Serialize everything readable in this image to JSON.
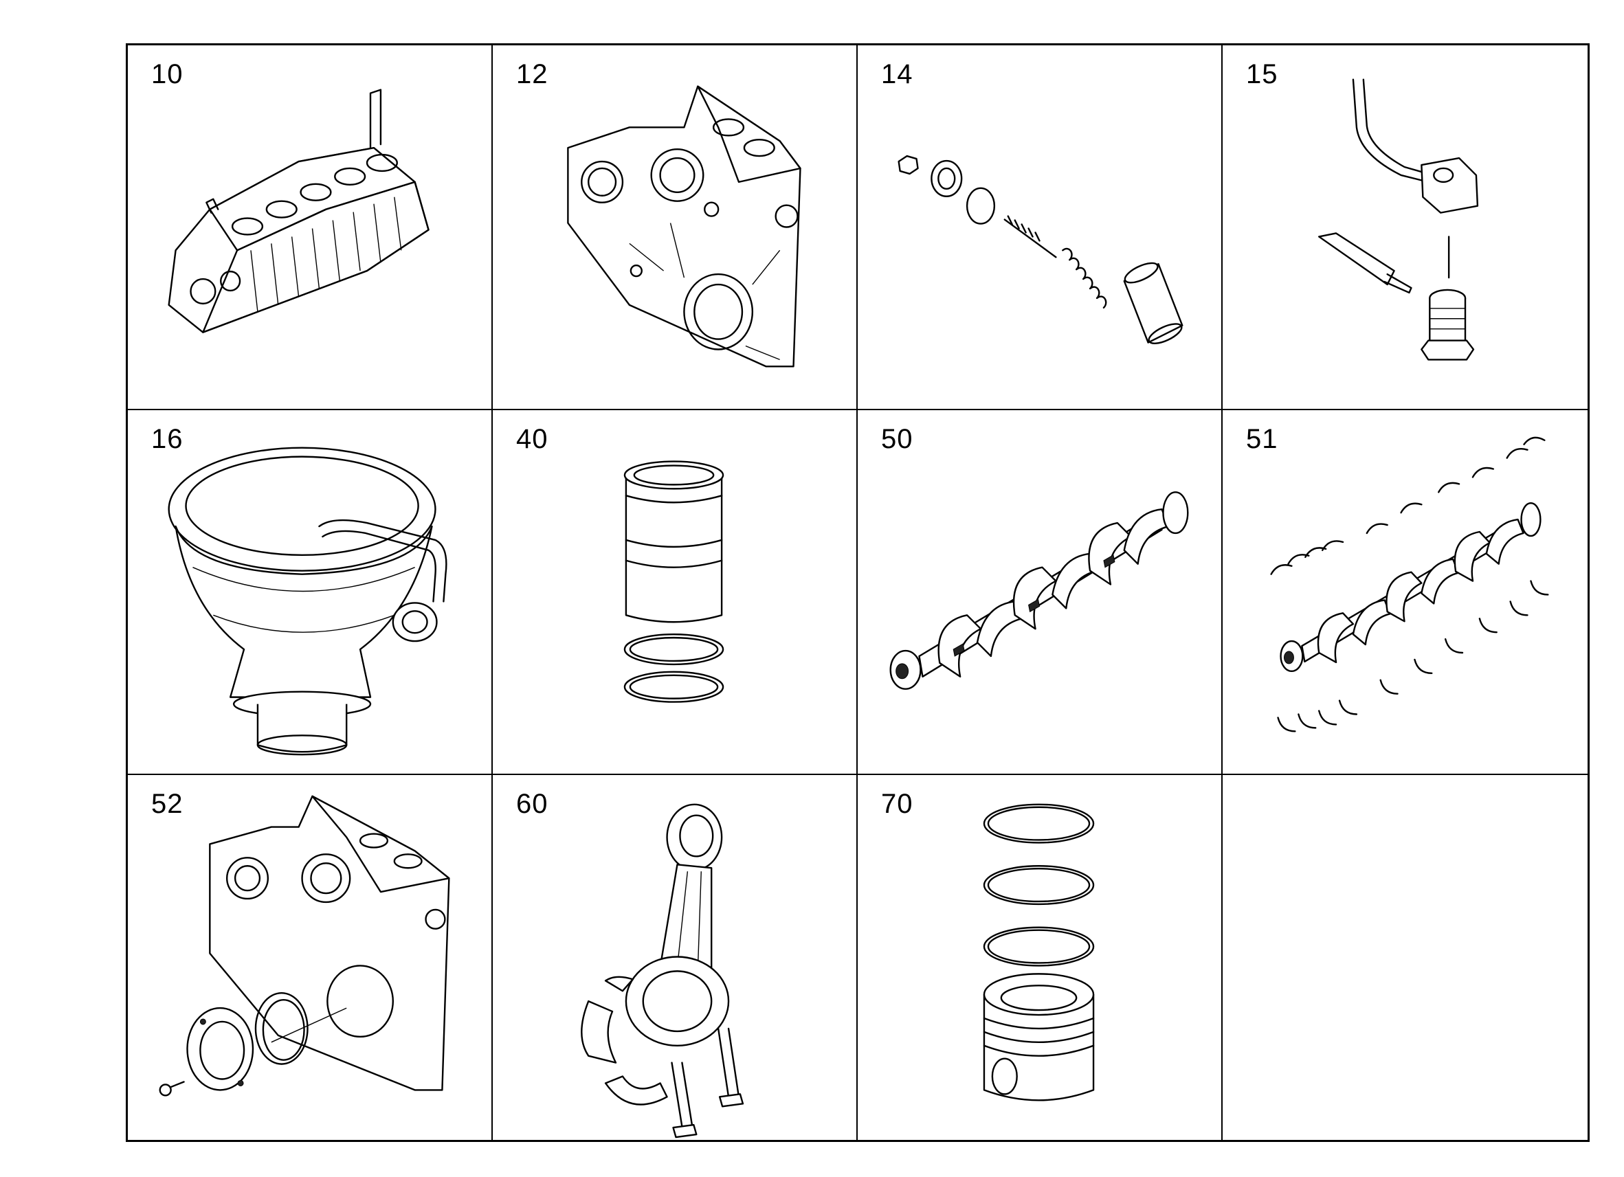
{
  "parts": [
    {
      "number": "10",
      "icon": "engine-block-icon"
    },
    {
      "number": "12",
      "icon": "timing-case-icon"
    },
    {
      "number": "14",
      "icon": "valve-spring-kit-icon"
    },
    {
      "number": "15",
      "icon": "oil-pipe-banjo-bolt-icon"
    },
    {
      "number": "16",
      "icon": "oil-separator-icon"
    },
    {
      "number": "40",
      "icon": "cylinder-liner-icon"
    },
    {
      "number": "50",
      "icon": "crankshaft-icon"
    },
    {
      "number": "51",
      "icon": "crankshaft-bearings-icon"
    },
    {
      "number": "52",
      "icon": "timing-case-seal-icon"
    },
    {
      "number": "60",
      "icon": "connecting-rod-icon"
    },
    {
      "number": "70",
      "icon": "piston-rings-icon"
    },
    {
      "number": "",
      "icon": ""
    }
  ]
}
